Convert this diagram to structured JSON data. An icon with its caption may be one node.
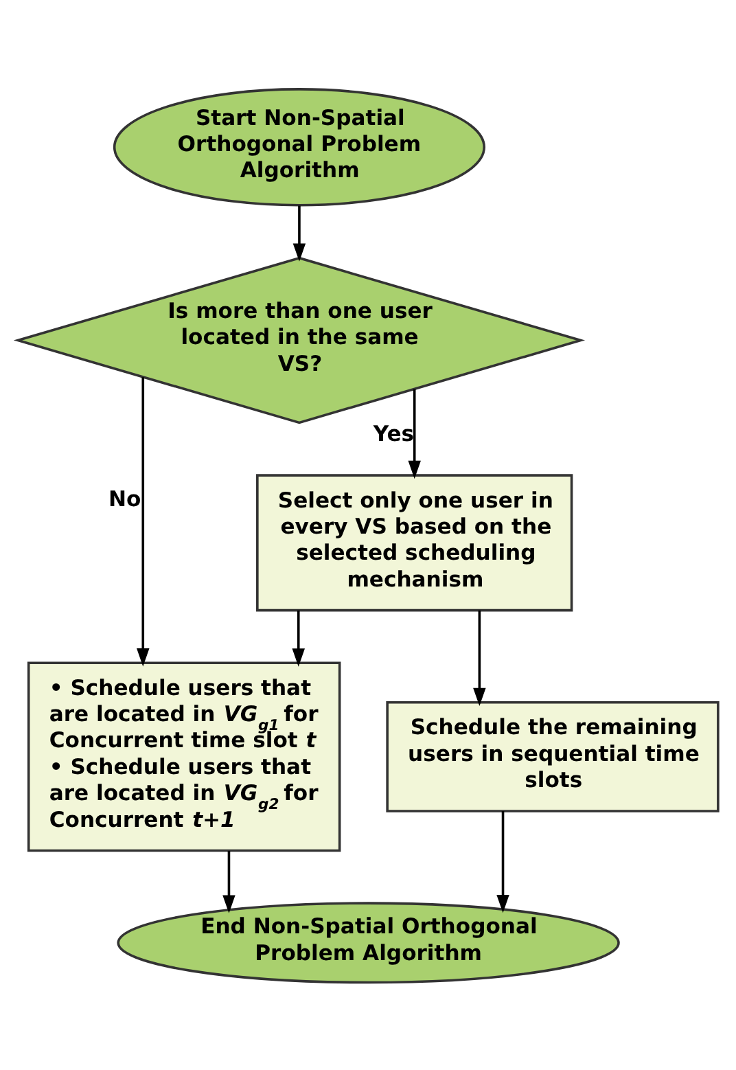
{
  "diagram": {
    "nodes": [
      {
        "text": [
          "Start Non-Spatial Orthogonal Problem Algorithm"
        ]
      },
      {
        "text": [
          "Is more than one user located in the same VS?"
        ]
      },
      {
        "text": [
          "Select only one user in every VS based on the selected scheduling mechanism"
        ]
      },
      {
        "text": [
          "• Schedule users that are located in *VG*$_{g1}$ for Concurrent time slot *t*",
          "• Schedule users that are located in *VG*$_{g2}$ for Concurrent *t+1*"
        ]
      },
      {
        "text": [
          "Schedule the remaining users in sequential time slots"
        ]
      },
      {
        "text": [
          "End Non-Spatial Orthogonal Problem Algorithm"
        ]
      }
    ],
    "edges": [
      {
        "from": 0,
        "to": 1,
        "arrow": "to"
      },
      {
        "from": 1,
        "to": 2,
        "arrow": "to",
        "label": "Yes"
      },
      {
        "from": 1,
        "to": 3,
        "arrow": "to",
        "label": "No"
      },
      {
        "from": 2,
        "to": 3,
        "arrow": "to"
      },
      {
        "from": 2,
        "to": 4,
        "arrow": "to"
      },
      {
        "from": 3,
        "to": 5,
        "arrow": "to"
      },
      {
        "from": 4,
        "to": 5,
        "arrow": "to"
      }
    ]
  }
}
